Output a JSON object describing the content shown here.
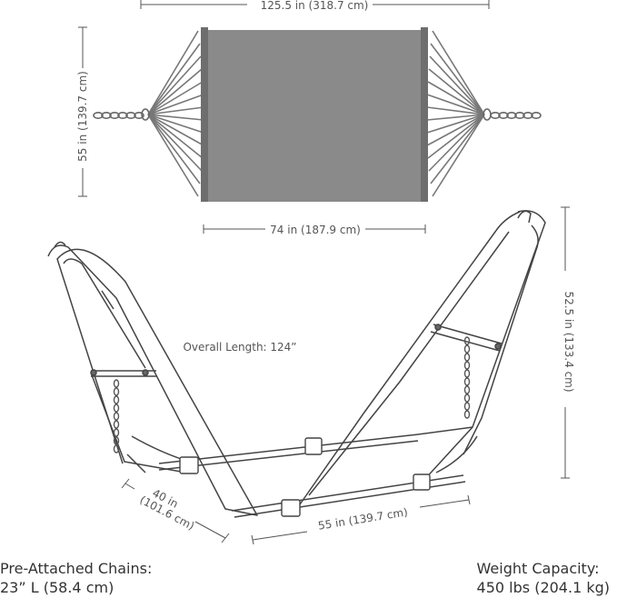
{
  "dimensions": {
    "hammock_total_length": "125.5 in (318.7 cm)",
    "hammock_width": "55 in (139.7 cm)",
    "bed_length": "74 in (187.9 cm)",
    "stand_height": "52.5 in (133.4 cm)",
    "overall_length": "Overall Length: 124”",
    "stand_depth_line1": "40 in",
    "stand_depth_line2": "(101.6 cm)",
    "stand_base_width": "55 in (139.7 cm)"
  },
  "specs": {
    "chains_title": "Pre-Attached Chains:",
    "chains_value": "23” L (58.4 cm)",
    "weight_title": "Weight Capacity:",
    "weight_value": "450 lbs (204.1 kg)"
  },
  "colors": {
    "hammock_fabric": "#8a8a8a",
    "line": "#555555"
  }
}
